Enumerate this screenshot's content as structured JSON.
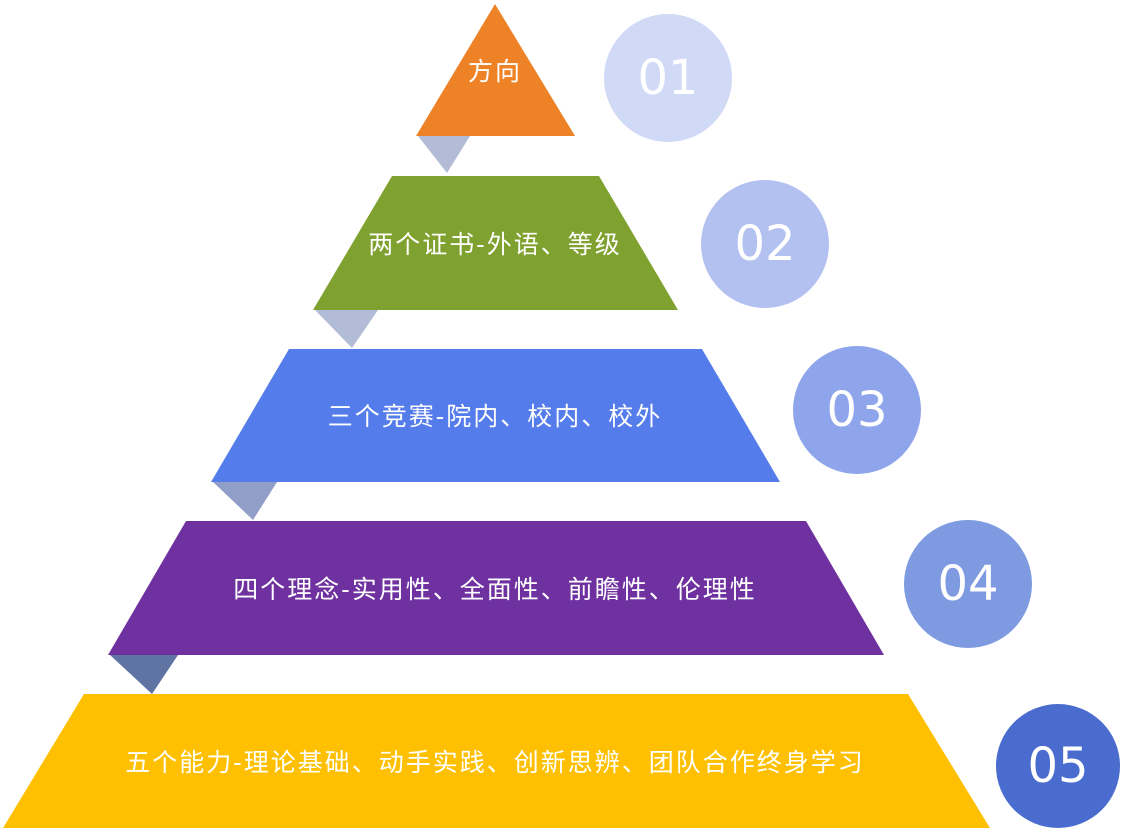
{
  "tiers": [
    {
      "label": "方向",
      "number": "01",
      "fill": "#ED8226",
      "badge": "#D0D9F5",
      "connector": "#B2BCD7"
    },
    {
      "label": "两个证书-外语、等级",
      "number": "02",
      "fill": "#7FA12F",
      "badge": "#B3C1F1",
      "connector": "#B2BCD7"
    },
    {
      "label": "三个竞赛-院内、校内、校外",
      "number": "03",
      "fill": "#547CEA",
      "badge": "#8EA5EB",
      "connector": "#909EC8"
    },
    {
      "label": "四个理念-实用性、全面性、前瞻性、伦理性",
      "number": "04",
      "fill": "#7031A0",
      "badge": "#7E9AE1",
      "connector": "#5F74A3"
    },
    {
      "label": "五个能力-理论基础、动手实践、创新思辨、团队合作终身学习",
      "number": "05",
      "fill": "#FEC000",
      "badge": "#4B6CCF",
      "connector": null
    }
  ]
}
